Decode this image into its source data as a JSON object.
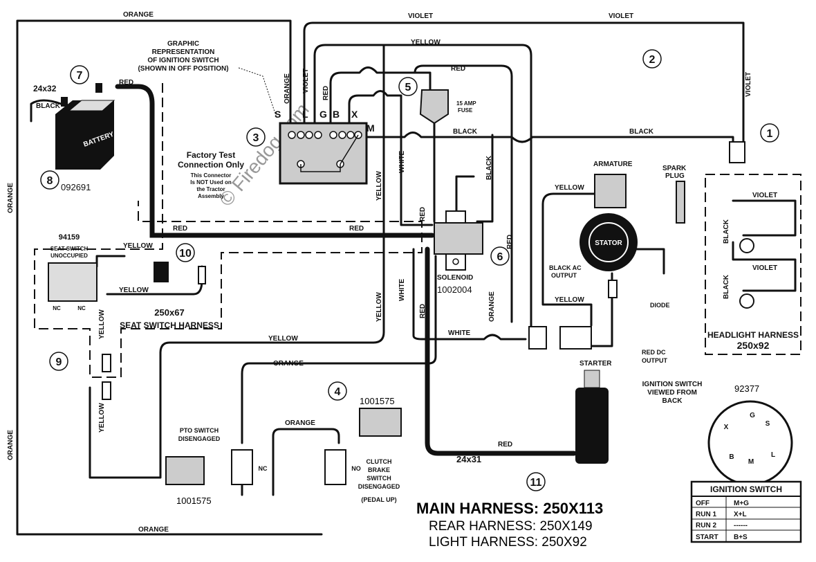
{
  "wire_labels": {
    "orange": "ORANGE",
    "violet": "VIOLET",
    "yellow": "YELLOW",
    "red": "RED",
    "black": "BLACK",
    "white": "WHITE"
  },
  "callouts": [
    "1",
    "2",
    "3",
    "4",
    "5",
    "6",
    "7",
    "8",
    "9",
    "10",
    "11"
  ],
  "battery": {
    "label": "BATTERY",
    "part": "092691",
    "cable": "24x32"
  },
  "ignition_graphic": {
    "caption": [
      "GRAPHIC",
      "REPRESENTATION",
      "OF IGNITION SWITCH",
      "(SHOWN IN OFF POSITION)"
    ],
    "terminals": [
      "S",
      "L",
      "G",
      "B",
      "X",
      "M"
    ]
  },
  "factory_test": {
    "title": [
      "Factory Test",
      "Connection Only"
    ],
    "note": [
      "This Connector",
      "Is NOT Used on",
      "the Tractor",
      "Assembly"
    ]
  },
  "fuse": {
    "label": [
      "15 AMP",
      "FUSE"
    ]
  },
  "solenoid": {
    "label": "SOLENOID",
    "part": "1002004"
  },
  "seat_switch": {
    "part": "94159",
    "label": [
      "SEAT SWITCH",
      "UNOCCUPIED"
    ],
    "nc": "NC",
    "harness": "250x67",
    "harness_label": "SEAT SWITCH HARNESS"
  },
  "armature": "ARMATURE",
  "spark_plug": [
    "SPARK",
    "PLUG"
  ],
  "stator": "STATOR",
  "black_ac": [
    "BLACK AC",
    "OUTPUT"
  ],
  "diode": "DIODE",
  "red_dc": [
    "RED DC",
    "OUTPUT"
  ],
  "headlight": {
    "label": "HEADLIGHT HARNESS",
    "part": "250x92"
  },
  "starter": "STARTER",
  "starter_cable": "24x31",
  "pto": {
    "label": [
      "PTO SWITCH",
      "DISENGAGED"
    ],
    "part": "1001575",
    "nc": "NC"
  },
  "clutch": {
    "label": [
      "CLUTCH",
      "BRAKE",
      "SWITCH",
      "DISENGAGED",
      "(PEDAL UP)"
    ],
    "no": "NO",
    "part": "1001575"
  },
  "ign_back": {
    "title": [
      "IGNITION SWITCH",
      "VIEWED FROM",
      "BACK"
    ],
    "part": "92377",
    "pins": [
      "G",
      "S",
      "X",
      "L",
      "B",
      "M"
    ]
  },
  "ign_table": {
    "title": "IGNITION SWITCH",
    "rows": [
      [
        "OFF",
        "M+G"
      ],
      [
        "RUN 1",
        "X+L"
      ],
      [
        "RUN 2",
        "------"
      ],
      [
        "START",
        "B+S"
      ]
    ]
  },
  "harness_summary": [
    "MAIN HARNESS: 250X113",
    "REAR HARNESS: 250X149",
    "LIGHT HARNESS: 250X92"
  ],
  "watermark": "© Firedog.com"
}
